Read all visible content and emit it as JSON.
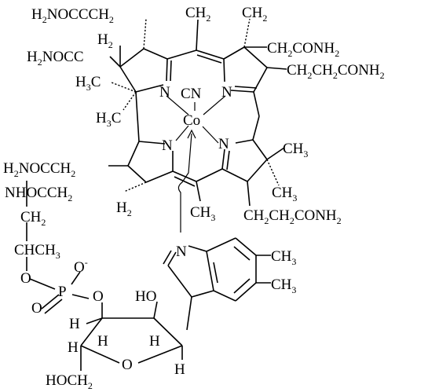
{
  "molecule": {
    "labels": {
      "top_left_chain": "H2NOCCCH2",
      "top_methyl_center": "CH2",
      "top_methyl_right": "CH2",
      "ring_a_h2": "H2",
      "left_amide": "H2NOCC",
      "ring_a_methyl": "H3C",
      "cyano": "CN",
      "right_amide_1": "CH2CONH2",
      "right_amide_2": "CH2CH2CONH2",
      "n_a": "N",
      "n_b": "N",
      "n_c": "N",
      "n_d": "N",
      "cobalt": "Co",
      "h3c_lower": "H3C",
      "left_side_amide": "H2NOCCH2",
      "dmb_methyl_1": "CH3",
      "dmb_methyl_2": "CH3",
      "ring_d_h2": "H2",
      "bridge_methyl": "CH3",
      "ring_c_methyl_1": "CH3",
      "ring_c_methyl_2": "CH3",
      "lower_right_chain": "CH2CH2CONH2",
      "amide_link": "NHOCCH2",
      "ch2_link": "CH2",
      "chch3": "CHCH3",
      "benz_n": "N",
      "benz_me_1": "CH3",
      "benz_me_2": "CH3",
      "phos_o_minus": "O-",
      "phos_o_left": "O",
      "phos_o_right": "O",
      "phos_p": "P",
      "phos_o_double": "O",
      "ribose_oh": "HO",
      "ribose_h1": "H",
      "ribose_h2": "H",
      "ribose_h3": "H",
      "ribose_h4": "H",
      "ribose_h5": "H",
      "ribose_o": "O",
      "hoch2": "HOCH2"
    }
  }
}
